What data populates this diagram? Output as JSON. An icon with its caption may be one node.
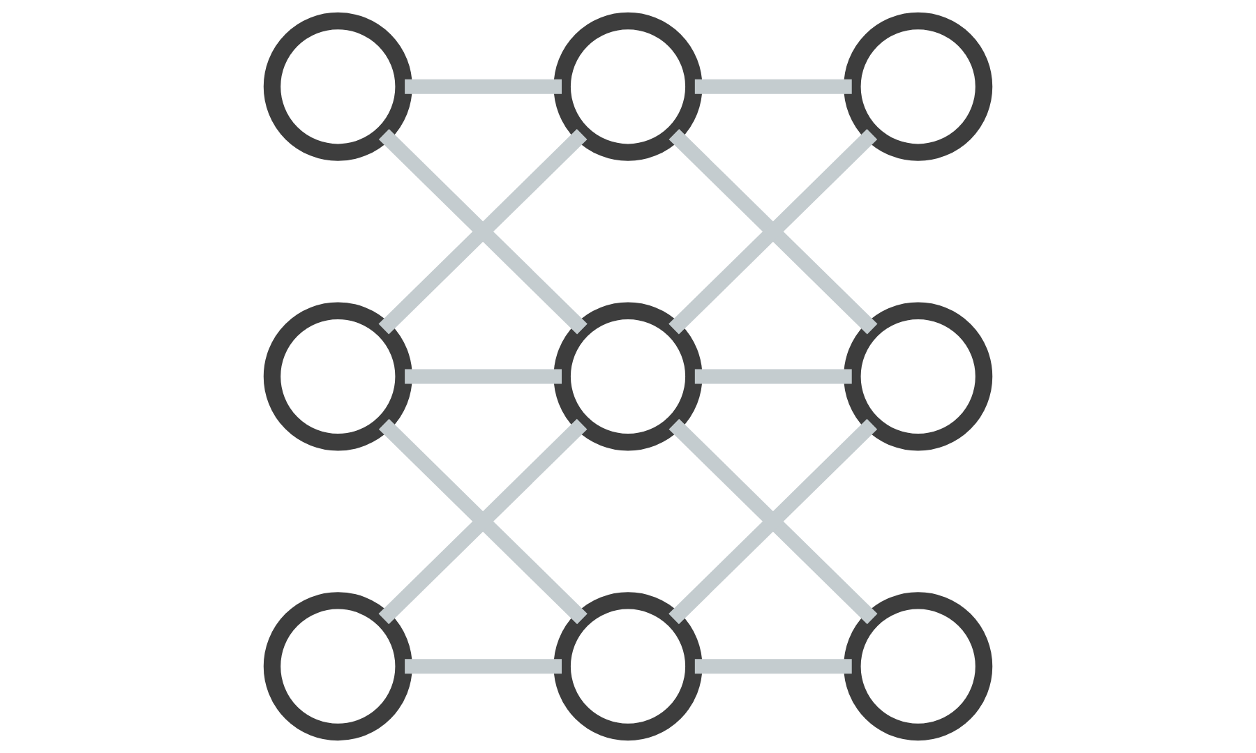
{
  "diagram": {
    "nodes": [
      {
        "text": [],
        "shape": "circle"
      },
      {
        "text": [],
        "shape": "circle"
      },
      {
        "text": [],
        "shape": "circle"
      },
      {
        "text": [],
        "shape": "circle"
      },
      {
        "text": [],
        "shape": "circle"
      },
      {
        "text": [],
        "shape": "circle"
      },
      {
        "text": [],
        "shape": "circle"
      },
      {
        "text": [],
        "shape": "circle"
      },
      {
        "text": [],
        "shape": "circle"
      }
    ],
    "edges": [
      {
        "from": 0,
        "to": 1,
        "arrow": "none"
      },
      {
        "from": 1,
        "to": 2,
        "arrow": "none"
      },
      {
        "from": 0,
        "to": 4,
        "arrow": "none"
      },
      {
        "from": 1,
        "to": 3,
        "arrow": "none"
      },
      {
        "from": 1,
        "to": 5,
        "arrow": "none"
      },
      {
        "from": 2,
        "to": 4,
        "arrow": "none"
      },
      {
        "from": 3,
        "to": 4,
        "arrow": "none"
      },
      {
        "from": 4,
        "to": 5,
        "arrow": "none"
      },
      {
        "from": 3,
        "to": 7,
        "arrow": "none"
      },
      {
        "from": 4,
        "to": 6,
        "arrow": "none"
      },
      {
        "from": 4,
        "to": 8,
        "arrow": "none"
      },
      {
        "from": 5,
        "to": 7,
        "arrow": "none"
      },
      {
        "from": 6,
        "to": 7,
        "arrow": "none"
      },
      {
        "from": 7,
        "to": 8,
        "arrow": "none"
      }
    ]
  }
}
